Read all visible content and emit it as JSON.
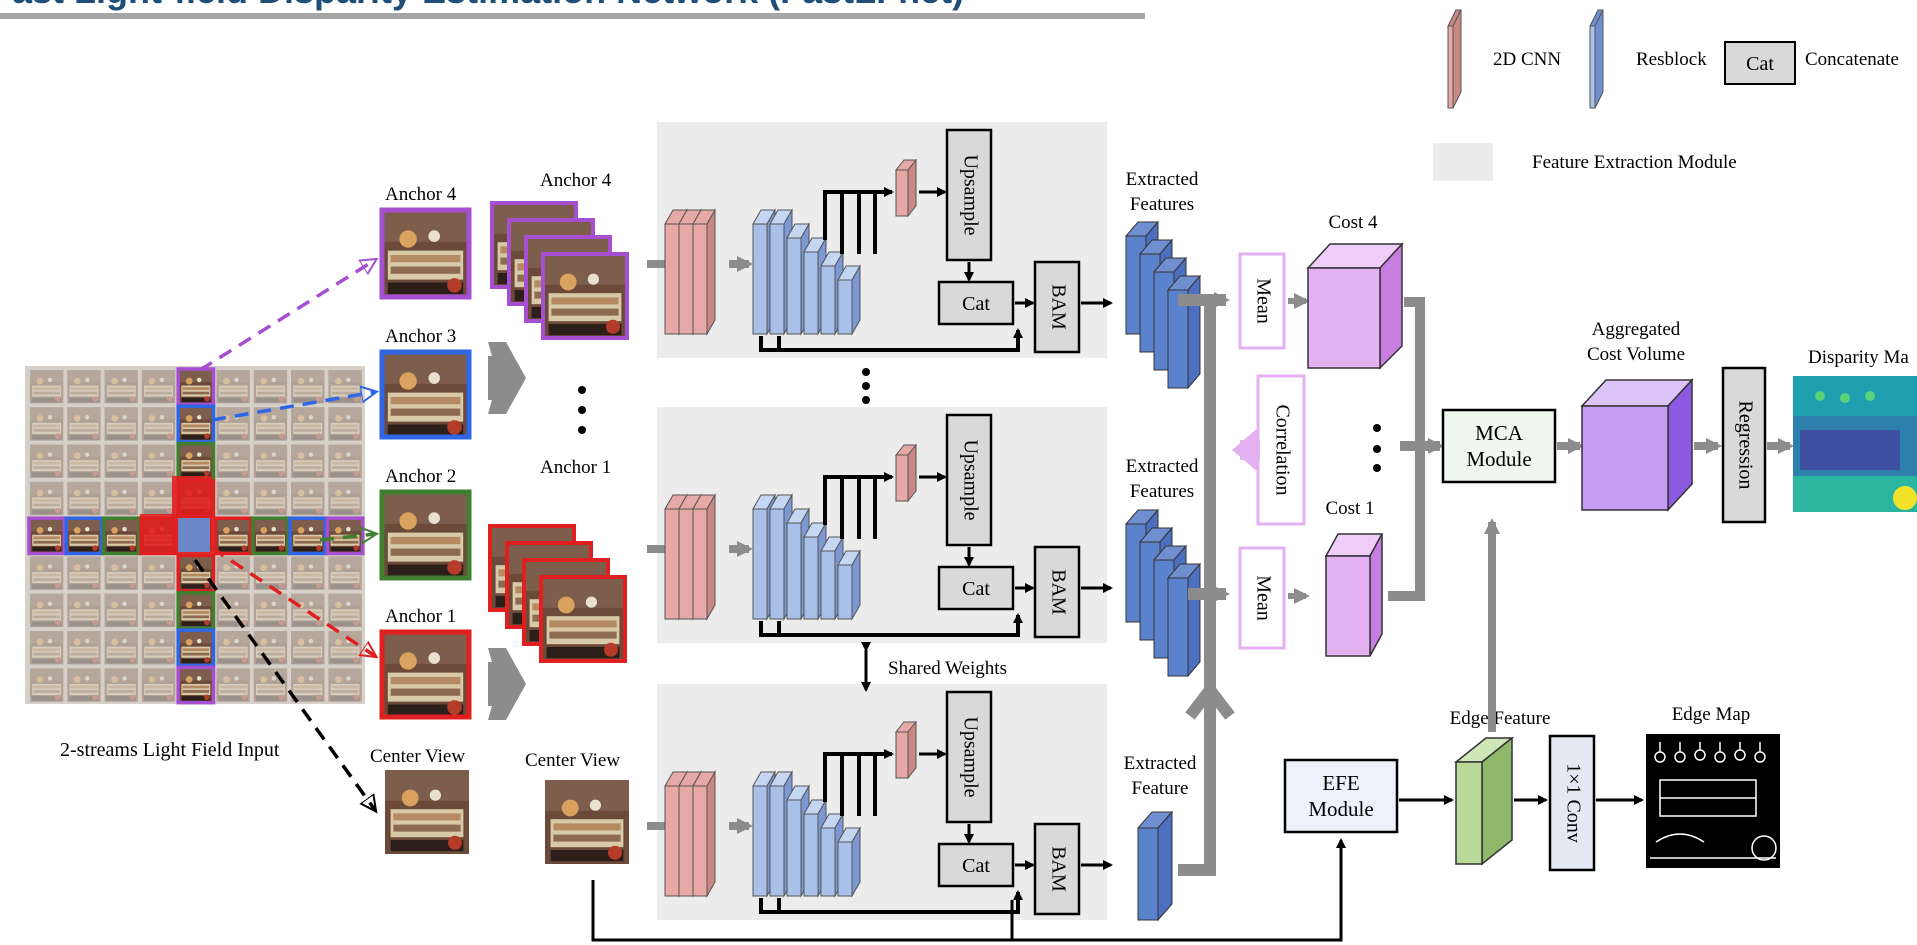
{
  "title": "ast Light-field Disparity Estimation Network (FastLFnet)",
  "legend": {
    "cnn2d": "2D CNN",
    "resblock": "Resblock",
    "cat_box": "Cat",
    "concatenate": "Concatenate",
    "fem": "Feature Extraction Module"
  },
  "input": {
    "caption": "2-streams Light Field Input",
    "anchor4": "Anchor 4",
    "anchor3": "Anchor 3",
    "anchor2": "Anchor 2",
    "anchor1": "Anchor 1",
    "center_view": "Center View"
  },
  "stacks": {
    "anchor4": "Anchor 4",
    "anchor1": "Anchor 1",
    "center_view": "Center View"
  },
  "modules": {
    "upsample": "Upsample",
    "cat": "Cat",
    "bam": "BAM",
    "shared_weights": "Shared Weights",
    "extracted_features_1": "Extracted",
    "extracted_features_2": "Features",
    "extracted_feature_2": "Feature",
    "mean": "Mean",
    "correlation": "Correlation",
    "cost4": "Cost 4",
    "cost1": "Cost 1",
    "mca_1": "MCA",
    "mca_2": "Module",
    "aggregated_1": "Aggregated",
    "aggregated_2": "Cost Volume",
    "regression": "Regression",
    "disparity_map": "Disparity Ma",
    "efe_1": "EFE",
    "efe_2": "Module",
    "edge_feature": "Edge Feature",
    "conv": "1×1 Conv",
    "edge_map": "Edge Map"
  },
  "colors": {
    "title": "#1f4e79",
    "cnn2d": "#e6a9a6",
    "resblock": "#a9c1e8",
    "anchor4": "#a64fd0",
    "anchor3": "#2f66e6",
    "anchor2": "#3f7f2f",
    "anchor1": "#e02020",
    "cost": "#e3b0f2",
    "aggregated": "#c59cf2",
    "edge_feature": "#b9d99a"
  }
}
